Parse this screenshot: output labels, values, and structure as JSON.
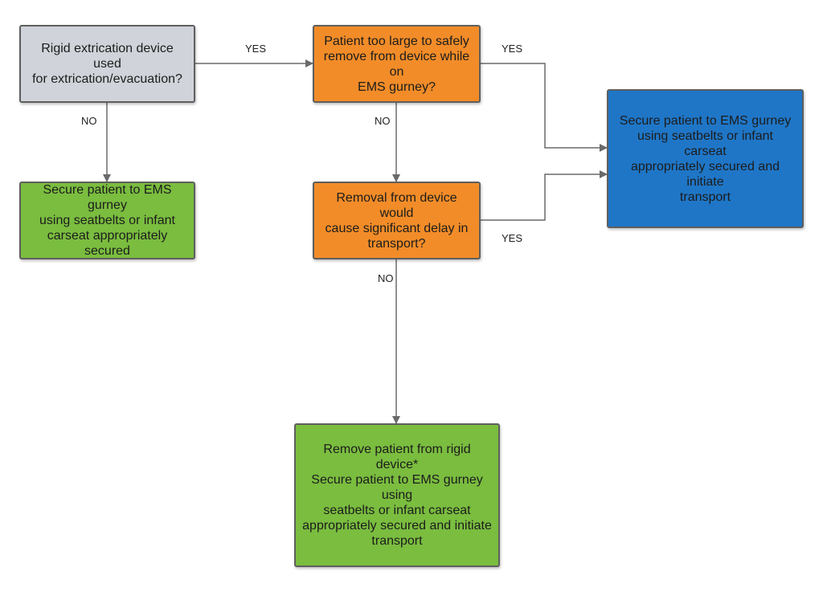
{
  "colors": {
    "question_gray": "#d0d3d9",
    "question_orange": "#f28c28",
    "outcome_green": "#7abd3f",
    "outcome_blue": "#1f76c7",
    "connector": "#6a6a6a"
  },
  "nodes": {
    "q_rigid_device": "Rigid extrication device used\nfor extrication/evacuation?",
    "q_patient_too_large": "Patient too large to safely\nremove from device while on\nEMS gurney?",
    "q_removal_delay": "Removal from device would\ncause significant delay in\ntransport?",
    "outcome_secure_no_device": "Secure patient to EMS gurney\nusing seatbelts or infant\ncarseat appropriately secured",
    "outcome_secure_transport": "Secure patient to EMS gurney\nusing seatbelts or infant carseat\nappropriately secured and initiate\ntransport",
    "outcome_remove_and_secure": "Remove patient from rigid device*\nSecure patient to EMS gurney using\nseatbelts or infant carseat\nappropriately secured and initiate\ntransport"
  },
  "edge_labels": {
    "rigid_yes": "YES",
    "rigid_no": "NO",
    "large_yes": "YES",
    "large_no": "NO",
    "delay_yes": "YES",
    "delay_no": "NO"
  }
}
